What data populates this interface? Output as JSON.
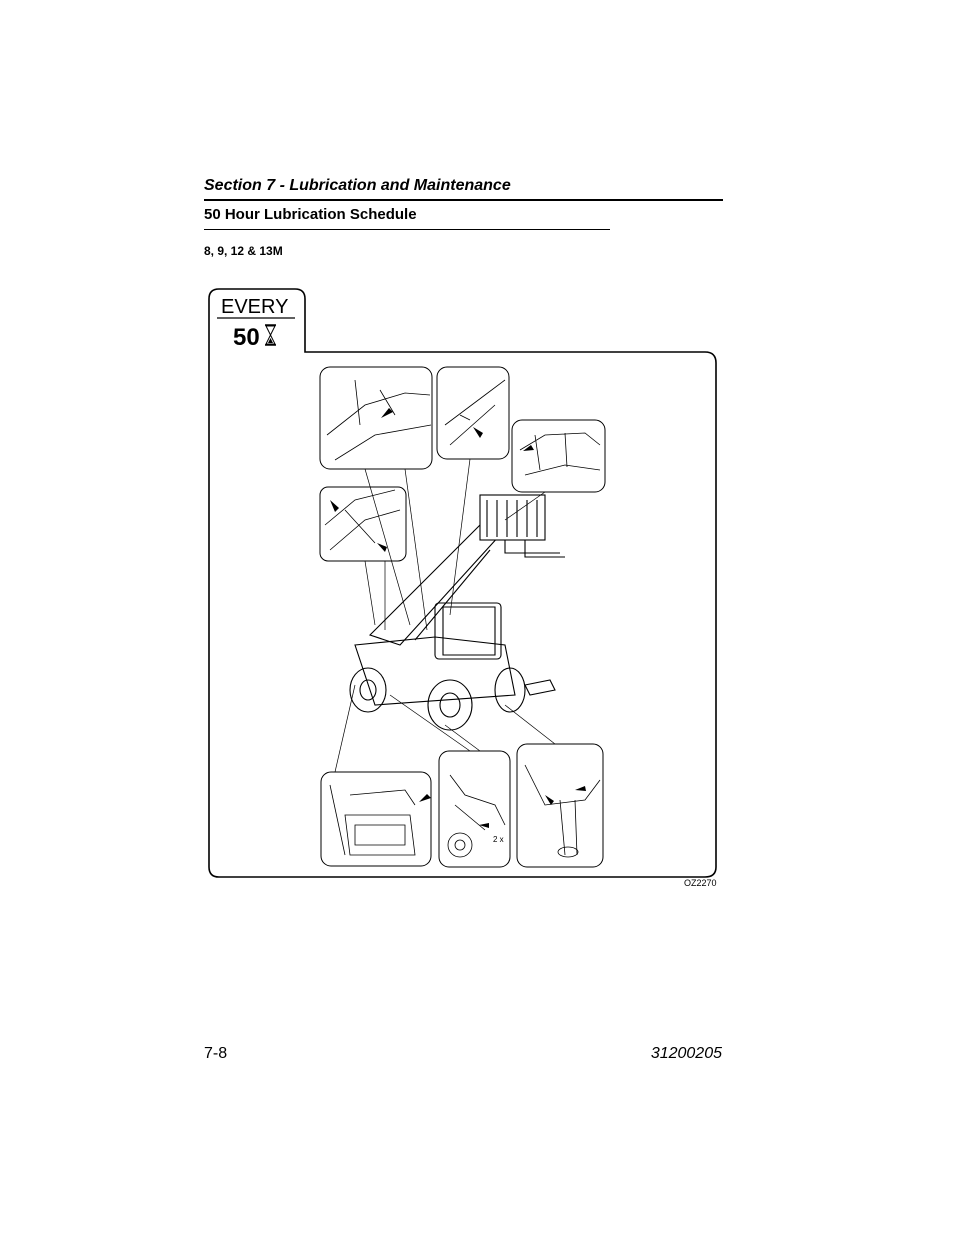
{
  "header": {
    "section_title": "Section 7 - Lubrication and Maintenance",
    "subsection_title": "50 Hour Lubrication Schedule",
    "models": "8, 9, 12 & 13M"
  },
  "figure": {
    "badge_word": "EVERY",
    "badge_hours": "50",
    "badge_icon": "hourglass-icon",
    "multiplier_label": "2 x",
    "figure_code": "OZ2270"
  },
  "footer": {
    "page_number": "7-8",
    "document_number": "31200205"
  }
}
